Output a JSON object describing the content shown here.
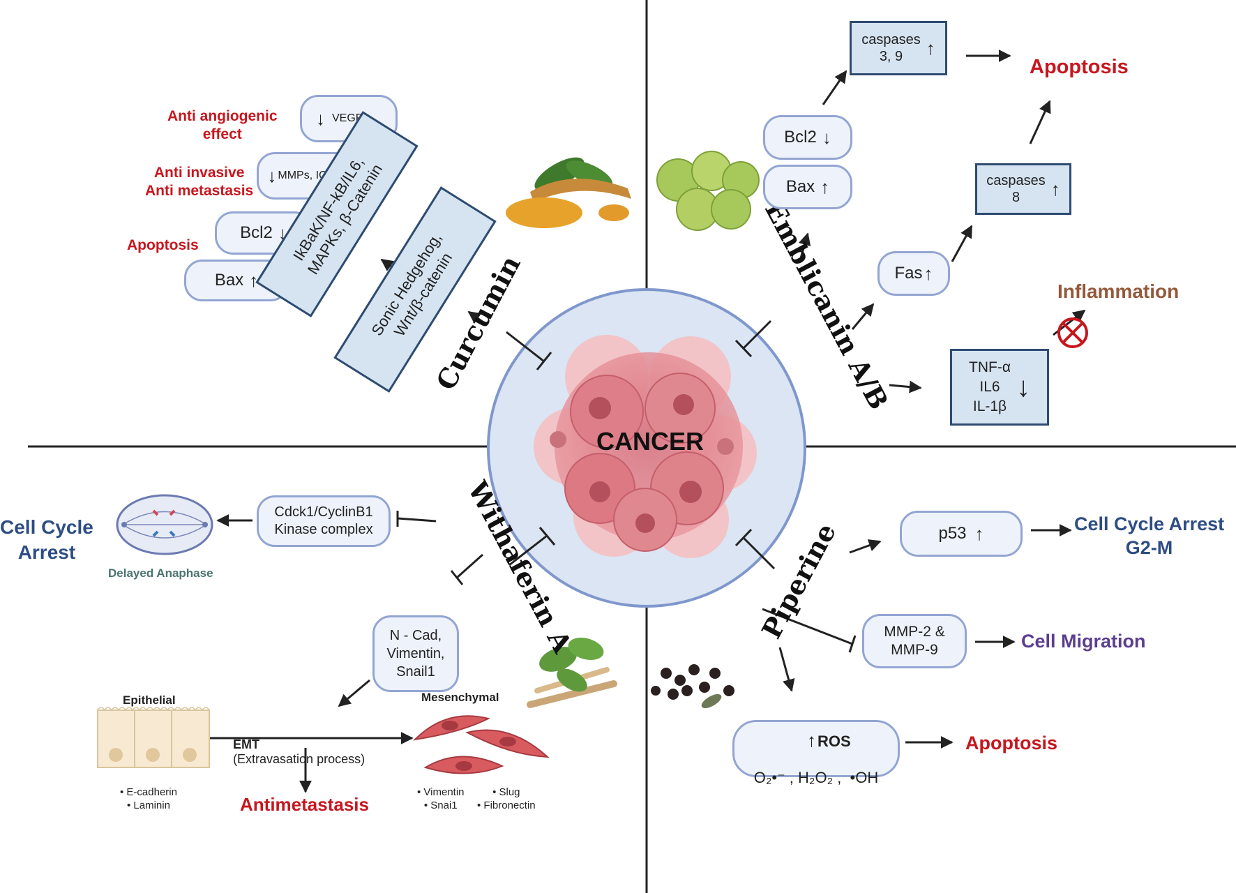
{
  "center": {
    "label": "CANCER"
  },
  "drugs": {
    "curcumin": "Curcumin",
    "emblicanin": "Emblicanin A/B",
    "withaferin": "Withaferin A",
    "piperine": "Piperine"
  },
  "curcumin": {
    "effects": [
      "Anti angiogenic\neffect",
      "Anti invasive\nAnti metastasis",
      "Apoptosis"
    ],
    "boxes": {
      "vegf": "VEGF",
      "mmps": "MMPs, ICAM",
      "bcl2": "Bcl2",
      "bax": "Bax",
      "ikbak": "IkBaK/NF-kB/IL6,\nMAPKs, β-Catenin",
      "sonic": "Sonic Hedgehog,\nWnt/β-catenin"
    }
  },
  "emblicanin": {
    "bcl2": "Bcl2",
    "bax": "Bax",
    "caspases39": "caspases\n3, 9",
    "caspases8": "caspases\n8",
    "fas": "Fas",
    "cytokines": "TNF-α\nIL6\nIL-1β",
    "apoptosis": "Apoptosis",
    "inflammation": "Inflammation"
  },
  "withaferin": {
    "cdck1": "Cdck1/CyclinB1\nKinase complex",
    "cell_cycle": "Cell Cycle\nArrest",
    "delayed": "Delayed Anaphase",
    "ncad": "N - Cad,\nVimentin,\nSnail1",
    "epithelial": "Epithelial",
    "mesenchymal": "Mesenchymal",
    "emt_bold": "EMT",
    "emt_rest": "(Extravasation process)",
    "epi_markers": "• E-cadherin\n• Laminin",
    "mes_markers_a": "• Vimentin\n• Snai1",
    "mes_markers_b": "• Slug\n• Fibronectin",
    "antimetastasis": "Antimetastasis"
  },
  "piperine": {
    "p53": "p53",
    "cell_cycle": "Cell Cycle Arrest\nG2-M",
    "mmp": "MMP-2 &\nMMP-9",
    "migration": "Cell Migration",
    "ros": "ROS",
    "ros_species": "O₂•⁻ , H₂O₂ ,  •OH",
    "apoptosis": "Apoptosis"
  },
  "colors": {
    "red": "#c8161e",
    "blue": "#2d4d83",
    "purple": "#5b3e8f",
    "brown": "#94583a",
    "pill_border": "#93a5d2",
    "rect_border": "#2e4b70",
    "cell": "#e0868e"
  }
}
